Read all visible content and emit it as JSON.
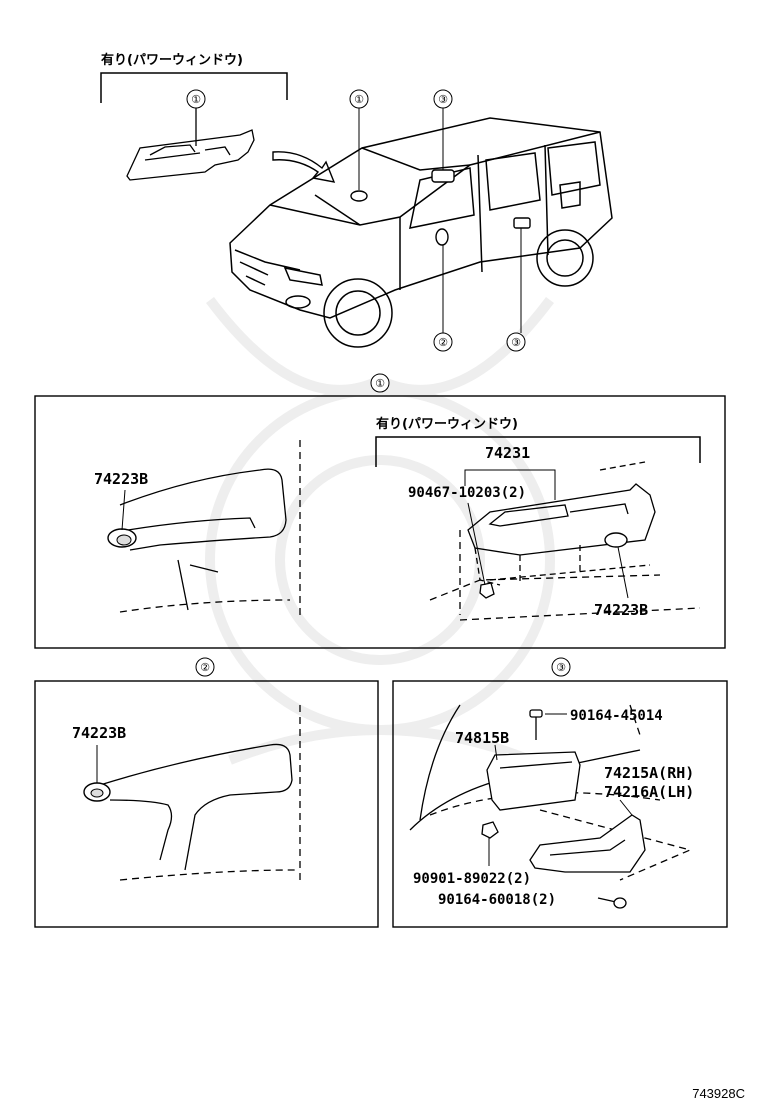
{
  "top": {
    "option_label": "有り(パワーウィンドウ)",
    "callouts": [
      "①",
      "①",
      "③",
      "②",
      "③"
    ]
  },
  "panel1": {
    "callout": "①",
    "option_label": "有り(パワーウィンドウ)",
    "left_part": "74223B",
    "assembly_part": "74231",
    "screw_part": "90467-10203(2)",
    "right_part": "74223B"
  },
  "panel2": {
    "callout": "②",
    "part": "74223B"
  },
  "panel3": {
    "callout": "③",
    "screw_top": "90164-45014",
    "cover": "74815B",
    "handle_rh": "74215A(RH)",
    "handle_lh": "74216A(LH)",
    "clip": "90901-89022(2)",
    "screw_bottom": "90164-60018(2)"
  },
  "diagram_code": "743928C"
}
